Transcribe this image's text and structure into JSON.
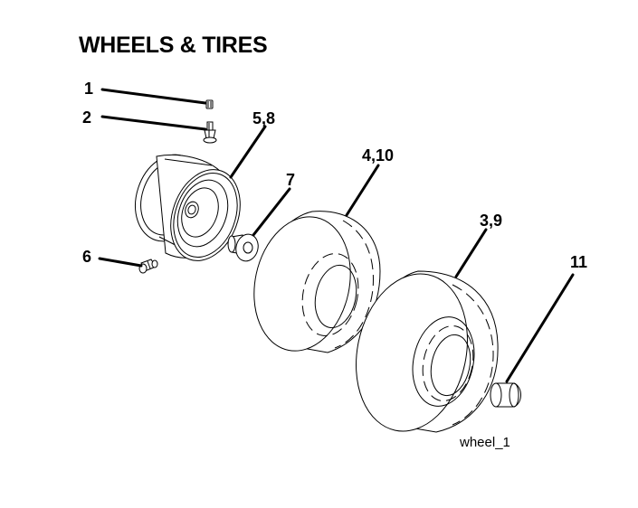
{
  "title": "WHEELS & TIRES",
  "figure_id": "wheel_1",
  "callouts": [
    {
      "label": "1"
    },
    {
      "label": "2"
    },
    {
      "label": "5,8"
    },
    {
      "label": "7"
    },
    {
      "label": "4,10"
    },
    {
      "label": "3,9"
    },
    {
      "label": "6"
    },
    {
      "label": "11"
    }
  ],
  "colors": {
    "ink": "#000000",
    "background": "#ffffff"
  }
}
